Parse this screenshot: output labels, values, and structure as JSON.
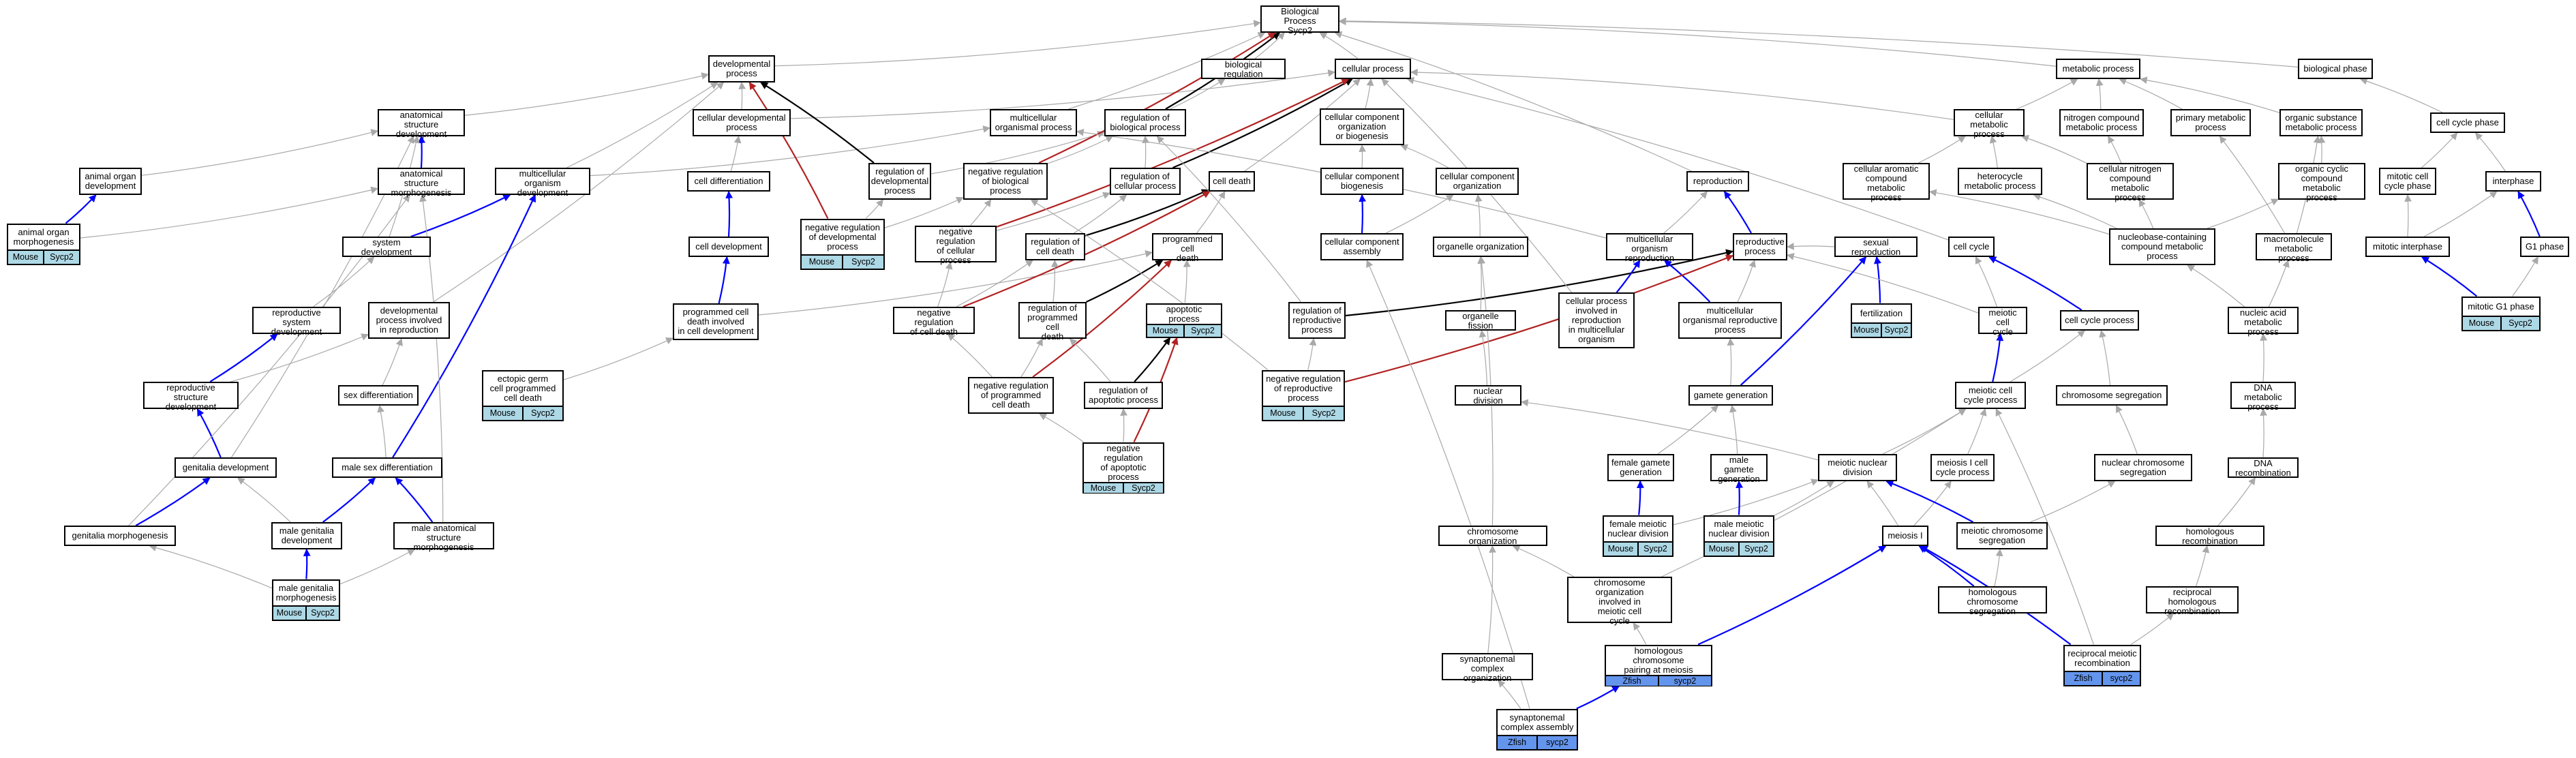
{
  "colors": {
    "is_a": "#a9a9a9",
    "part_of": "#0000ff",
    "regulates": "#000000",
    "negatively_regulates": "#b22222",
    "mouse_annotation": "#add8e6",
    "zfish_annotation": "#6495ed"
  },
  "nodes": [
    {
      "id": "bp",
      "label": "Biological Process\nSycp2"
    },
    {
      "id": "devp",
      "label": "developmental\nprocess"
    },
    {
      "id": "biolreg",
      "label": "biological regulation"
    },
    {
      "id": "cellp",
      "label": "cellular process"
    },
    {
      "id": "metab",
      "label": "metabolic process"
    },
    {
      "id": "biophase",
      "label": "biological phase"
    },
    {
      "id": "asd",
      "label": "anatomical structure\ndevelopment"
    },
    {
      "id": "celldev",
      "label": "cellular developmental\nprocess"
    },
    {
      "id": "multip",
      "label": "multicellular\norganismal process"
    },
    {
      "id": "regbp",
      "label": "regulation of\nbiological process"
    },
    {
      "id": "ccob",
      "label": "cellular component\norganization\nor biogenesis"
    },
    {
      "id": "cmetab",
      "label": "cellular metabolic\nprocess"
    },
    {
      "id": "ncmp",
      "label": "nitrogen compound\nmetabolic process"
    },
    {
      "id": "primmet",
      "label": "primary metabolic\nprocess"
    },
    {
      "id": "osmp",
      "label": "organic substance\nmetabolic process"
    },
    {
      "id": "ccphase",
      "label": "cell cycle phase"
    },
    {
      "id": "aod",
      "label": "animal organ\ndevelopment"
    },
    {
      "id": "asm",
      "label": "anatomical structure\nmorphogenesis"
    },
    {
      "id": "mod",
      "label": "multicellular\norganism development"
    },
    {
      "id": "celldiff",
      "label": "cell differentiation"
    },
    {
      "id": "regdev",
      "label": "regulation of\ndevelopmental\nprocess"
    },
    {
      "id": "nrbp",
      "label": "negative regulation\nof biological\nprocess"
    },
    {
      "id": "regcp",
      "label": "regulation of\ncellular process"
    },
    {
      "id": "celldeath",
      "label": "cell death"
    },
    {
      "id": "ccbiog",
      "label": "cellular component\nbiogenesis"
    },
    {
      "id": "ccorg",
      "label": "cellular component\norganization"
    },
    {
      "id": "reprod",
      "label": "reproduction"
    },
    {
      "id": "cacmp",
      "label": "cellular aromatic\ncompound metabolic\nprocess"
    },
    {
      "id": "hetmp",
      "label": "heterocycle\nmetabolic process"
    },
    {
      "id": "cncmp",
      "label": "cellular nitrogen\ncompound metabolic\nprocess"
    },
    {
      "id": "ocmp",
      "label": "organic cyclic\ncompound metabolic\nprocess"
    },
    {
      "id": "mitphase",
      "label": "mitotic cell\ncycle phase"
    },
    {
      "id": "interphase",
      "label": "interphase"
    },
    {
      "id": "aom",
      "label": "animal organ\nmorphogenesis",
      "ann": [
        "Mouse",
        "Sycp2"
      ],
      "annType": "mouse"
    },
    {
      "id": "sysdev",
      "label": "system development"
    },
    {
      "id": "nrdev",
      "label": "negative regulation\nof developmental\nprocess",
      "ann": [
        "Mouse",
        "Sycp2"
      ],
      "annType": "mouse"
    },
    {
      "id": "nrcp",
      "label": "negative regulation\nof cellular\nprocess"
    },
    {
      "id": "regcd",
      "label": "regulation of\ncell death"
    },
    {
      "id": "pcd",
      "label": "programmed cell\ndeath"
    },
    {
      "id": "ccasm",
      "label": "cellular component\nassembly"
    },
    {
      "id": "orgorg",
      "label": "organelle organization"
    },
    {
      "id": "mor",
      "label": "multicellular\norganism reproduction"
    },
    {
      "id": "reproproc",
      "label": "reproductive\nprocess"
    },
    {
      "id": "sexrep",
      "label": "sexual reproduction"
    },
    {
      "id": "cellcycle",
      "label": "cell cycle"
    },
    {
      "id": "ncmp2",
      "label": "nucleobase-containing\ncompound metabolic\nprocess"
    },
    {
      "id": "macmp",
      "label": "macromolecule\nmetabolic process"
    },
    {
      "id": "mitinter",
      "label": "mitotic interphase"
    },
    {
      "id": "g1",
      "label": "G1 phase"
    },
    {
      "id": "celldevt",
      "label": "cell development"
    },
    {
      "id": "rsd",
      "label": "reproductive\nsystem development"
    },
    {
      "id": "dpir",
      "label": "developmental\nprocess involved\nin reproduction"
    },
    {
      "id": "pcdcd",
      "label": "programmed cell\ndeath involved\nin cell development"
    },
    {
      "id": "nrcd",
      "label": "negative regulation\nof cell death"
    },
    {
      "id": "rpcd",
      "label": "regulation of\nprogrammed cell\ndeath"
    },
    {
      "id": "apop",
      "label": "apoptotic process",
      "ann": [
        "Mouse",
        "Sycp2"
      ],
      "annType": "mouse"
    },
    {
      "id": "regrep",
      "label": "regulation of\nreproductive\nprocess"
    },
    {
      "id": "orgfis",
      "label": "organelle fission"
    },
    {
      "id": "cpimo",
      "label": "cellular process\ninvolved in\nreproduction\nin multicellular\norganism"
    },
    {
      "id": "morp",
      "label": "multicellular\norganismal reproductive\nprocess"
    },
    {
      "id": "fert",
      "label": "fertilization",
      "ann": [
        "Mouse",
        "Sycp2"
      ],
      "annType": "mouse"
    },
    {
      "id": "meicc",
      "label": "meiotic cell\ncycle"
    },
    {
      "id": "ccproc",
      "label": "cell cycle process"
    },
    {
      "id": "nacmp",
      "label": "nucleic acid\nmetabolic process"
    },
    {
      "id": "mg1",
      "label": "mitotic G1 phase",
      "ann": [
        "Mouse",
        "Sycp2"
      ],
      "annType": "mouse"
    },
    {
      "id": "rsdev",
      "label": "reproductive\nstructure development"
    },
    {
      "id": "sexdiff",
      "label": "sex differentiation"
    },
    {
      "id": "egcpcd",
      "label": "ectopic germ\ncell programmed\ncell death",
      "ann": [
        "Mouse",
        "Sycp2"
      ],
      "annType": "mouse"
    },
    {
      "id": "nrpcd",
      "label": "negative regulation\nof programmed\ncell death"
    },
    {
      "id": "regap",
      "label": "regulation of\napoptotic process"
    },
    {
      "id": "nrrep",
      "label": "negative regulation\nof reproductive\nprocess",
      "ann": [
        "Mouse",
        "Sycp2"
      ],
      "annType": "mouse"
    },
    {
      "id": "nucdiv",
      "label": "nuclear division"
    },
    {
      "id": "gamgen",
      "label": "gamete generation"
    },
    {
      "id": "meiccp",
      "label": "meiotic cell\ncycle process"
    },
    {
      "id": "chrseg",
      "label": "chromosome segregation"
    },
    {
      "id": "dnamp",
      "label": "DNA metabolic\nprocess"
    },
    {
      "id": "gendev",
      "label": "genitalia development"
    },
    {
      "id": "msd",
      "label": "male sex differentiation"
    },
    {
      "id": "nrap",
      "label": "negative regulation\nof apoptotic\nprocess",
      "ann": [
        "Mouse",
        "Sycp2"
      ],
      "annType": "mouse"
    },
    {
      "id": "fgg",
      "label": "female gamete\ngeneration"
    },
    {
      "id": "mgg",
      "label": "male gamete\ngeneration"
    },
    {
      "id": "mnd",
      "label": "meiotic nuclear\ndivision"
    },
    {
      "id": "m1ccp",
      "label": "meiosis I cell\ncycle process"
    },
    {
      "id": "ncs",
      "label": "nuclear chromosome\nsegregation"
    },
    {
      "id": "dnarec",
      "label": "DNA recombination"
    },
    {
      "id": "genmor",
      "label": "genitalia morphogenesis"
    },
    {
      "id": "mgd",
      "label": "male genitalia\ndevelopment"
    },
    {
      "id": "masm",
      "label": "male anatomical\nstructure morphogenesis"
    },
    {
      "id": "chrorg",
      "label": "chromosome organization"
    },
    {
      "id": "fmnd",
      "label": "female meiotic\nnuclear division",
      "ann": [
        "Mouse",
        "Sycp2"
      ],
      "annType": "mouse"
    },
    {
      "id": "mmnd",
      "label": "male meiotic\nnuclear division",
      "ann": [
        "Mouse",
        "Sycp2"
      ],
      "annType": "mouse"
    },
    {
      "id": "meiosis1",
      "label": "meiosis I"
    },
    {
      "id": "mcs",
      "label": "meiotic chromosome\nsegregation"
    },
    {
      "id": "homrec",
      "label": "homologous recombination"
    },
    {
      "id": "mgm",
      "label": "male genitalia\nmorphogenesis",
      "ann": [
        "Mouse",
        "Sycp2"
      ],
      "annType": "mouse"
    },
    {
      "id": "coimcc",
      "label": "chromosome organization\ninvolved in\nmeiotic cell\ncycle"
    },
    {
      "id": "hcs",
      "label": "homologous chromosome\nsegregation"
    },
    {
      "id": "rhr",
      "label": "reciprocal homologous\nrecombination"
    },
    {
      "id": "sco",
      "label": "synaptonemal\ncomplex organization"
    },
    {
      "id": "hcpm",
      "label": "homologous chromosome\npairing at meiosis",
      "ann": [
        "Zfish",
        "sycp2"
      ],
      "annType": "zfish"
    },
    {
      "id": "rmr",
      "label": "reciprocal meiotic\nrecombination",
      "ann": [
        "Zfish",
        "sycp2"
      ],
      "annType": "zfish"
    },
    {
      "id": "sca",
      "label": "synaptonemal\ncomplex assembly",
      "ann": [
        "Zfish",
        "sycp2"
      ],
      "annType": "zfish"
    }
  ],
  "edges": [
    [
      "devp",
      "bp",
      "is_a"
    ],
    [
      "biolreg",
      "bp",
      "is_a"
    ],
    [
      "cellp",
      "bp",
      "is_a"
    ],
    [
      "metab",
      "bp",
      "is_a"
    ],
    [
      "biophase",
      "bp",
      "is_a"
    ],
    [
      "asd",
      "devp",
      "is_a"
    ],
    [
      "celldev",
      "devp",
      "is_a"
    ],
    [
      "celldev",
      "cellp",
      "is_a"
    ],
    [
      "multip",
      "bp",
      "is_a"
    ],
    [
      "regbp",
      "biolreg",
      "is_a"
    ],
    [
      "regbp",
      "bp",
      "regulates"
    ],
    [
      "ccob",
      "cellp",
      "is_a"
    ],
    [
      "cmetab",
      "metab",
      "is_a"
    ],
    [
      "cmetab",
      "cellp",
      "is_a"
    ],
    [
      "ncmp",
      "metab",
      "is_a"
    ],
    [
      "primmet",
      "metab",
      "is_a"
    ],
    [
      "osmp",
      "metab",
      "is_a"
    ],
    [
      "ccphase",
      "biophase",
      "is_a"
    ],
    [
      "aod",
      "asd",
      "is_a"
    ],
    [
      "asm",
      "asd",
      "part_of"
    ],
    [
      "mod",
      "devp",
      "is_a"
    ],
    [
      "mod",
      "multip",
      "is_a"
    ],
    [
      "celldiff",
      "celldev",
      "is_a"
    ],
    [
      "regdev",
      "devp",
      "regulates"
    ],
    [
      "regdev",
      "regbp",
      "is_a"
    ],
    [
      "nrbp",
      "regbp",
      "is_a"
    ],
    [
      "nrbp",
      "bp",
      "negatively_regulates"
    ],
    [
      "regcp",
      "regbp",
      "is_a"
    ],
    [
      "regcp",
      "cellp",
      "regulates"
    ],
    [
      "celldeath",
      "cellp",
      "is_a"
    ],
    [
      "ccbiog",
      "ccob",
      "is_a"
    ],
    [
      "ccorg",
      "ccob",
      "is_a"
    ],
    [
      "reprod",
      "bp",
      "is_a"
    ],
    [
      "cacmp",
      "cmetab",
      "is_a"
    ],
    [
      "hetmp",
      "cmetab",
      "is_a"
    ],
    [
      "cncmp",
      "cmetab",
      "is_a"
    ],
    [
      "cncmp",
      "ncmp",
      "is_a"
    ],
    [
      "ocmp",
      "osmp",
      "is_a"
    ],
    [
      "mitphase",
      "ccphase",
      "is_a"
    ],
    [
      "interphase",
      "ccphase",
      "is_a"
    ],
    [
      "aom",
      "aod",
      "part_of"
    ],
    [
      "aom",
      "asm",
      "is_a"
    ],
    [
      "sysdev",
      "mod",
      "part_of"
    ],
    [
      "sysdev",
      "asd",
      "is_a"
    ],
    [
      "nrdev",
      "regdev",
      "is_a"
    ],
    [
      "nrdev",
      "devp",
      "negatively_regulates"
    ],
    [
      "nrdev",
      "nrbp",
      "is_a"
    ],
    [
      "nrcp",
      "nrbp",
      "is_a"
    ],
    [
      "nrcp",
      "regcp",
      "is_a"
    ],
    [
      "nrcp",
      "cellp",
      "negatively_regulates"
    ],
    [
      "regcd",
      "regcp",
      "is_a"
    ],
    [
      "regcd",
      "celldeath",
      "regulates"
    ],
    [
      "pcd",
      "celldeath",
      "is_a"
    ],
    [
      "ccasm",
      "ccbiog",
      "part_of"
    ],
    [
      "ccasm",
      "ccorg",
      "is_a"
    ],
    [
      "orgorg",
      "ccorg",
      "is_a"
    ],
    [
      "mor",
      "reprod",
      "is_a"
    ],
    [
      "mor",
      "multip",
      "is_a"
    ],
    [
      "reproproc",
      "reprod",
      "part_of"
    ],
    [
      "sexrep",
      "reproproc",
      "is_a"
    ],
    [
      "cellcycle",
      "cellp",
      "is_a"
    ],
    [
      "ncmp2",
      "cacmp",
      "is_a"
    ],
    [
      "ncmp2",
      "hetmp",
      "is_a"
    ],
    [
      "ncmp2",
      "cncmp",
      "is_a"
    ],
    [
      "ncmp2",
      "ocmp",
      "is_a"
    ],
    [
      "macmp",
      "primmet",
      "is_a"
    ],
    [
      "macmp",
      "osmp",
      "is_a"
    ],
    [
      "mitinter",
      "interphase",
      "is_a"
    ],
    [
      "mitinter",
      "mitphase",
      "is_a"
    ],
    [
      "g1",
      "interphase",
      "part_of"
    ],
    [
      "celldevt",
      "celldiff",
      "part_of"
    ],
    [
      "rsd",
      "sysdev",
      "is_a"
    ],
    [
      "dpir",
      "devp",
      "is_a"
    ],
    [
      "pcdcd",
      "celldevt",
      "part_of"
    ],
    [
      "pcdcd",
      "pcd",
      "is_a"
    ],
    [
      "nrcd",
      "regcd",
      "is_a"
    ],
    [
      "nrcd",
      "celldeath",
      "negatively_regulates"
    ],
    [
      "nrcd",
      "nrcp",
      "is_a"
    ],
    [
      "rpcd",
      "regcd",
      "is_a"
    ],
    [
      "rpcd",
      "pcd",
      "regulates"
    ],
    [
      "apop",
      "pcd",
      "is_a"
    ],
    [
      "regrep",
      "regbp",
      "is_a"
    ],
    [
      "regrep",
      "reproproc",
      "regulates"
    ],
    [
      "orgfis",
      "orgorg",
      "is_a"
    ],
    [
      "cpimo",
      "cellp",
      "is_a"
    ],
    [
      "cpimo",
      "mor",
      "part_of"
    ],
    [
      "morp",
      "mor",
      "part_of"
    ],
    [
      "morp",
      "reproproc",
      "is_a"
    ],
    [
      "fert",
      "sexrep",
      "part_of"
    ],
    [
      "meicc",
      "cellcycle",
      "is_a"
    ],
    [
      "meicc",
      "reproproc",
      "is_a"
    ],
    [
      "ccproc",
      "cellcycle",
      "part_of"
    ],
    [
      "nacmp",
      "ncmp2",
      "is_a"
    ],
    [
      "nacmp",
      "macmp",
      "is_a"
    ],
    [
      "mg1",
      "g1",
      "is_a"
    ],
    [
      "mg1",
      "mitinter",
      "part_of"
    ],
    [
      "rsdev",
      "rsd",
      "part_of"
    ],
    [
      "rsdev",
      "dpir",
      "is_a"
    ],
    [
      "sexdiff",
      "dpir",
      "is_a"
    ],
    [
      "egcpcd",
      "pcdcd",
      "is_a"
    ],
    [
      "nrpcd",
      "rpcd",
      "is_a"
    ],
    [
      "nrpcd",
      "nrcd",
      "is_a"
    ],
    [
      "nrpcd",
      "pcd",
      "negatively_regulates"
    ],
    [
      "regap",
      "rpcd",
      "is_a"
    ],
    [
      "regap",
      "apop",
      "regulates"
    ],
    [
      "nrrep",
      "regrep",
      "is_a"
    ],
    [
      "nrrep",
      "nrbp",
      "is_a"
    ],
    [
      "nrrep",
      "reproproc",
      "negatively_regulates"
    ],
    [
      "nucdiv",
      "orgfis",
      "is_a"
    ],
    [
      "gamgen",
      "sexrep",
      "part_of"
    ],
    [
      "gamgen",
      "morp",
      "is_a"
    ],
    [
      "meiccp",
      "meicc",
      "part_of"
    ],
    [
      "meiccp",
      "ccproc",
      "is_a"
    ],
    [
      "chrseg",
      "ccproc",
      "is_a"
    ],
    [
      "dnamp",
      "nacmp",
      "is_a"
    ],
    [
      "gendev",
      "rsdev",
      "part_of"
    ],
    [
      "gendev",
      "asd",
      "is_a"
    ],
    [
      "msd",
      "sexdiff",
      "is_a"
    ],
    [
      "msd",
      "mod",
      "part_of"
    ],
    [
      "nrap",
      "regap",
      "is_a"
    ],
    [
      "nrap",
      "nrpcd",
      "is_a"
    ],
    [
      "nrap",
      "apop",
      "negatively_regulates"
    ],
    [
      "fgg",
      "gamgen",
      "is_a"
    ],
    [
      "mgg",
      "gamgen",
      "is_a"
    ],
    [
      "mnd",
      "nucdiv",
      "is_a"
    ],
    [
      "mnd",
      "meiccp",
      "is_a"
    ],
    [
      "m1ccp",
      "meiccp",
      "is_a"
    ],
    [
      "ncs",
      "chrseg",
      "is_a"
    ],
    [
      "dnarec",
      "dnamp",
      "is_a"
    ],
    [
      "genmor",
      "gendev",
      "part_of"
    ],
    [
      "genmor",
      "asm",
      "is_a"
    ],
    [
      "mgd",
      "gendev",
      "is_a"
    ],
    [
      "mgd",
      "msd",
      "part_of"
    ],
    [
      "masm",
      "msd",
      "part_of"
    ],
    [
      "masm",
      "asm",
      "is_a"
    ],
    [
      "chrorg",
      "orgorg",
      "is_a"
    ],
    [
      "fmnd",
      "mnd",
      "is_a"
    ],
    [
      "fmnd",
      "fgg",
      "part_of"
    ],
    [
      "mmnd",
      "mnd",
      "is_a"
    ],
    [
      "mmnd",
      "mgg",
      "part_of"
    ],
    [
      "meiosis1",
      "mnd",
      "is_a"
    ],
    [
      "meiosis1",
      "m1ccp",
      "is_a"
    ],
    [
      "mcs",
      "ncs",
      "is_a"
    ],
    [
      "mcs",
      "mnd",
      "part_of"
    ],
    [
      "homrec",
      "dnarec",
      "is_a"
    ],
    [
      "mgm",
      "mgd",
      "part_of"
    ],
    [
      "mgm",
      "genmor",
      "is_a"
    ],
    [
      "mgm",
      "masm",
      "is_a"
    ],
    [
      "coimcc",
      "chrorg",
      "is_a"
    ],
    [
      "coimcc",
      "meiccp",
      "is_a"
    ],
    [
      "hcs",
      "mcs",
      "is_a"
    ],
    [
      "hcs",
      "meiosis1",
      "part_of"
    ],
    [
      "rhr",
      "homrec",
      "is_a"
    ],
    [
      "sco",
      "chrorg",
      "is_a"
    ],
    [
      "hcpm",
      "coimcc",
      "is_a"
    ],
    [
      "hcpm",
      "meiosis1",
      "part_of"
    ],
    [
      "rmr",
      "rhr",
      "is_a"
    ],
    [
      "rmr",
      "meiosis1",
      "part_of"
    ],
    [
      "rmr",
      "meiccp",
      "is_a"
    ],
    [
      "sca",
      "sco",
      "is_a"
    ],
    [
      "sca",
      "ccasm",
      "is_a"
    ],
    [
      "sca",
      "hcpm",
      "part_of"
    ]
  ]
}
